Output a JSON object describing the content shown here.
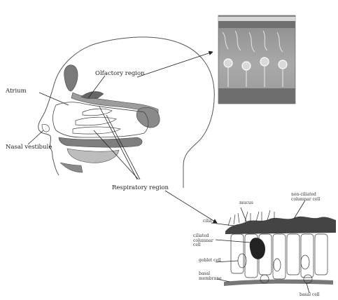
{
  "labels": {
    "olfactory_region": "Olfactory region",
    "atrium": "Atrium",
    "nasal_vestibule": "Nasal vestibule",
    "respiratory_region": "Respiratory region",
    "mucus": "mucus",
    "non_ciliated_columnar_cell": "non-ciliated columnar cell",
    "cilia": "cilia",
    "ciliated_columnar_cell": "ciliated columnar cell",
    "goblet_cell": "goblet cell",
    "basal_membrane": "basal membrane",
    "basal_cell": "basal cell"
  }
}
